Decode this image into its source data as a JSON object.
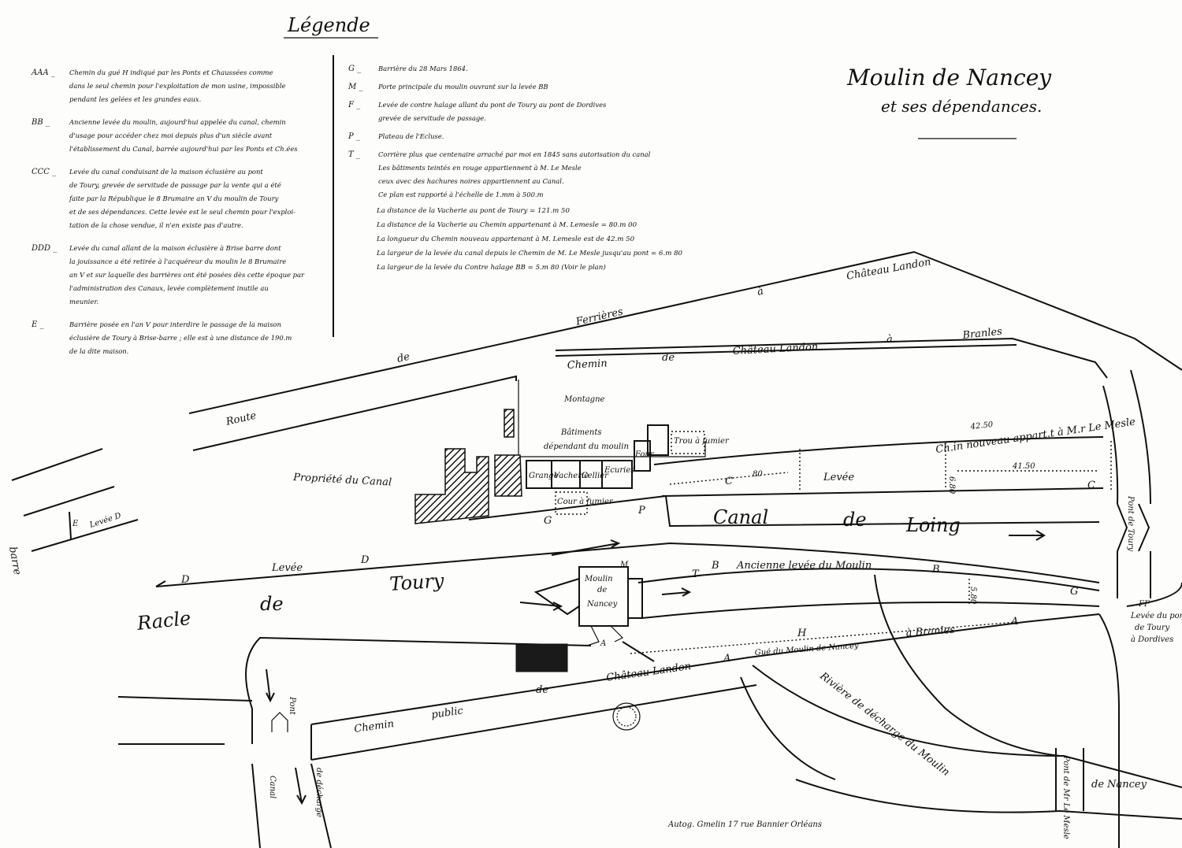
{
  "legend": {
    "title": "Légende",
    "items_left": [
      {
        "key": "AAA",
        "lines": [
          "Chemin du gué H indiqué par les Ponts et Chaussées comme",
          "dans le seul chemin pour l'exploitation de mon usine, impossible",
          "pendant les gelées et les grandes eaux."
        ]
      },
      {
        "key": "BB",
        "lines": [
          "Ancienne levée du moulin, aujourd'hui appelée du canal, chemin",
          "d'usage pour accéder chez moi depuis plus d'un siècle avant",
          "l'établissement du Canal, barrée aujourd'hui par les Ponts et Ch.ées"
        ]
      },
      {
        "key": "CCC",
        "lines": [
          "Levée du canal conduisant de la maison éclusière au pont",
          "de Toury, grevée de servitude de passage par la vente qui a été",
          "faite par la République le 8 Brumaire an V du moulin de Toury",
          "et de ses dépendances. Cette levée est le seul chemin pour l'exploi-",
          "tation de la chose vendue, il n'en existe pas d'autre."
        ]
      },
      {
        "key": "DDD",
        "lines": [
          "Levée du canal allant de la maison éclusière à Brise barre dont",
          "la jouissance a été retirée à l'acquéreur du moulin le 8 Brumaire",
          "an V et sur laquelle des barrières ont été posées dès cette époque par",
          "l'administration des Canaux, levée complètement inutile au",
          "meunier."
        ]
      },
      {
        "key": "E",
        "lines": [
          "Barrière posée en l'an V pour interdire le passage de la maison",
          "éclusière de Toury à Brise-barre ; elle est à une distance de 190.m",
          "de la dite maison."
        ]
      }
    ],
    "items_right": [
      {
        "key": "G",
        "lines": [
          "Barrière du 28 Mars 1864."
        ]
      },
      {
        "key": "M",
        "lines": [
          "Porte principale du moulin ouvrant sur la levée BB"
        ]
      },
      {
        "key": "F",
        "lines": [
          "Levée de contre halage allant du pont de Toury au pont de Dordives",
          "grevée de servitude de passage."
        ]
      },
      {
        "key": "P",
        "lines": [
          "Plateau de l'Ecluse."
        ]
      },
      {
        "key": "T",
        "lines": [
          "Corrière plus que centenaire arraché par moi en 1845 sans autorisation du canal",
          "Les bâtiments teintés en rouge appartiennent à M. Le Mesle",
          "ceux avec des hachures noires appartiennent au Canal.",
          "Ce plan est rapporté à l'échelle de 1.mm à 500.m"
        ]
      }
    ],
    "distances": [
      "La distance de la Vacherie au pont de Toury = 121.m 50",
      "La distance de la Vacherie au Chemin appartenant à M. Lemesle = 80.m 00",
      "La longueur du Chemin nouveau appartenant à M. Lemesle est de 42.m 50",
      "La largeur de la levée du canal depuis le Chemin de M. Le Mesle jusqu'au pont = 6.m 80",
      "La largeur de la levée du Contre halage BB = 5.m 80 (Voir le plan)"
    ]
  },
  "title": {
    "main": "Moulin de Nancey",
    "sub": "et ses dépendances."
  },
  "map_labels": {
    "route_word": "Route",
    "route_de": "de",
    "ferrieres": "Ferrières",
    "route_a": "à",
    "chateau_landon_top": "Château Landon",
    "chemin": "Chemin",
    "chemin_de": "de",
    "chateau_landon_mid": "Château Landon",
    "chemin_a": "à",
    "branles_top": "Branles",
    "montagne": "Montagne",
    "batiments": "Bâtiments",
    "dependant": "dépendant du moulin",
    "trou_fumier": "Trou à fumier",
    "grange": "Grange",
    "vacherie": "Vacherie",
    "cellier": "Cellier",
    "ecuries": "Ecuries",
    "four": "Four",
    "cour_fumier": "Cour à fumier",
    "propriete": "Propriété du Canal",
    "chemin_nouveau": "Ch.in nouveau appart.t à M.r Le Mesle",
    "dist_4250": "42.50",
    "dist_4150": "41.50",
    "dist_80": "80",
    "dist_6": "6.80",
    "dist_5": "5.80",
    "levee_c": "Levée",
    "c1": "C",
    "c2": "C",
    "p": "P",
    "g1": "G",
    "g2": "G",
    "canal_de_loing": [
      "Canal",
      "de",
      "Loing"
    ],
    "levee_d": "Levée",
    "d1": "D",
    "d2": "D",
    "racle": "Racle",
    "racle_de": "de",
    "toury": "Toury",
    "moulin": [
      "Moulin",
      "de",
      "Nancey"
    ],
    "m": "M",
    "t": "T",
    "b1": "B",
    "b2": "B",
    "ancienne_levee": "Ancienne levée du Moulin",
    "h": "H",
    "gue": "Gué du Moulin de Nancey",
    "a_branles": "à Branles",
    "a1": "A",
    "a2": "A",
    "a3": "A",
    "chemin_public": "Chemin",
    "public": "public",
    "public_de": "de",
    "chateau_landon_bottom": "Château Landon",
    "riviere": "Rivière de décharge du Moulin",
    "pont_bottom_left": "Pont",
    "canal_bottom": "Canal",
    "de_decharge": "de décharge",
    "pont_nancey": "Pont de Mr Le Mesle",
    "de_nancey": "de Nancey",
    "pont_toury_right": "Pont de Toury",
    "ff": "FF",
    "ff_text": [
      "Levée du pont",
      "de Toury",
      "à Dordives"
    ],
    "barre": "barre",
    "e": "E",
    "levee_e_d": "Levée D",
    "printer": "Autog. Gmelin 17 rue Bannier Orléans"
  }
}
